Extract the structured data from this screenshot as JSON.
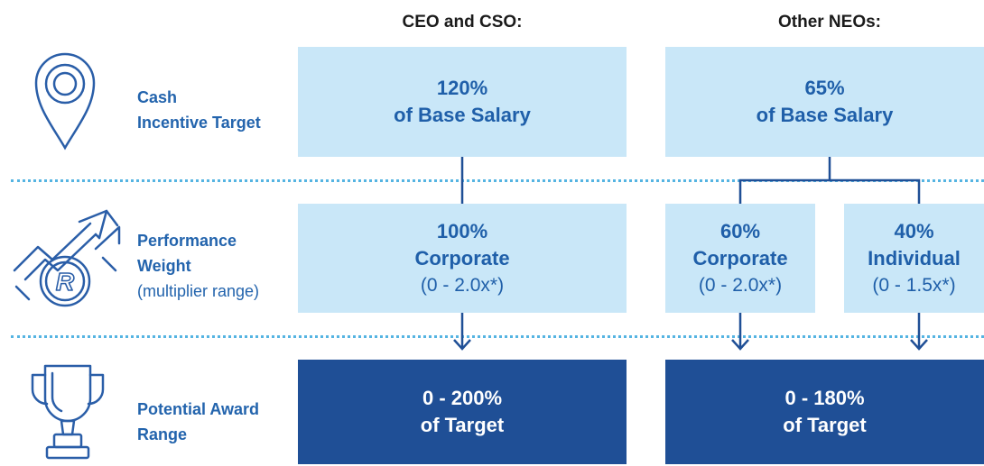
{
  "columns": {
    "ceo": "CEO and CSO:",
    "other": "Other NEOs:"
  },
  "rows": {
    "cash": {
      "icon": "location-pin-icon",
      "label_line1": "Cash",
      "label_line2": "Incentive Target"
    },
    "performance": {
      "icon": "rising-arrow-r-badge-icon",
      "label_line1": "Performance",
      "label_line2": "Weight",
      "label_sub": "(multiplier range)"
    },
    "award": {
      "icon": "trophy-icon",
      "label_line1": "Potential Award",
      "label_line2": "Range"
    }
  },
  "boxes": {
    "ceo_target": {
      "line1": "120%",
      "line2": "of Base Salary"
    },
    "other_target": {
      "line1": "65%",
      "line2": "of Base Salary"
    },
    "ceo_corporate": {
      "line1": "100%",
      "line2": "Corporate",
      "line3": "(0 - 2.0x*)"
    },
    "other_corporate": {
      "line1": "60%",
      "line2": "Corporate",
      "line3": "(0 - 2.0x*)"
    },
    "other_individual": {
      "line1": "40%",
      "line2": "Individual",
      "line3": "(0 - 1.5x*)"
    },
    "ceo_award": {
      "line1": "0 - 200%",
      "line2": "of Target"
    },
    "other_award": {
      "line1": "0 - 180%",
      "line2": "of Target"
    }
  },
  "colors": {
    "light_box": "#c9e7f8",
    "dark_box": "#1f4f96",
    "accent_text": "#2364ad",
    "connector": "#1f4f96",
    "dotted_divider": "#55b4e2",
    "icon_stroke": "#2a5ea8"
  }
}
